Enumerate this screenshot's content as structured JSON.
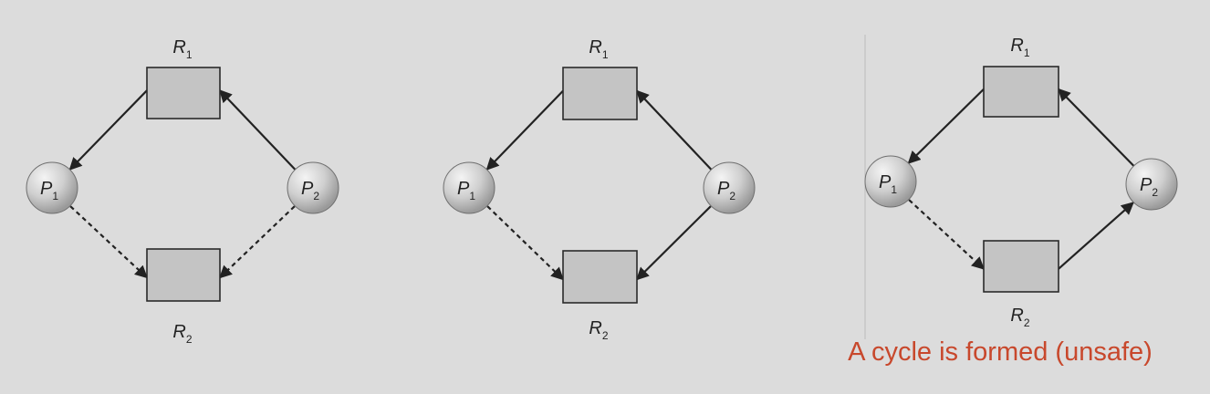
{
  "colors": {
    "background": "#dcdcdc",
    "resource_fill": "#c4c4c4",
    "resource_stroke": "#2a2a2a",
    "process_fill_light": "#f2f2f2",
    "process_fill_dark": "#9a9a9a",
    "edge": "#222222",
    "caption": "#c8482c",
    "divider": "#bdbdbd"
  },
  "panels": [
    {
      "id": "panel-1",
      "resource_top": {
        "base": "R",
        "sub": "1"
      },
      "resource_bottom": {
        "base": "R",
        "sub": "2"
      },
      "process_left": {
        "base": "P",
        "sub": "1"
      },
      "process_right": {
        "base": "P",
        "sub": "2"
      },
      "edges": [
        {
          "from": "resource_top",
          "to": "process_left",
          "kind": "assignment",
          "style": "solid"
        },
        {
          "from": "process_right",
          "to": "resource_top",
          "kind": "request",
          "style": "solid"
        },
        {
          "from": "process_left",
          "to": "resource_bottom",
          "kind": "claim",
          "style": "dashed"
        },
        {
          "from": "process_right",
          "to": "resource_bottom",
          "kind": "claim",
          "style": "dashed"
        }
      ],
      "caption": ""
    },
    {
      "id": "panel-2",
      "resource_top": {
        "base": "R",
        "sub": "1"
      },
      "resource_bottom": {
        "base": "R",
        "sub": "2"
      },
      "process_left": {
        "base": "P",
        "sub": "1"
      },
      "process_right": {
        "base": "P",
        "sub": "2"
      },
      "edges": [
        {
          "from": "resource_top",
          "to": "process_left",
          "kind": "assignment",
          "style": "solid"
        },
        {
          "from": "process_right",
          "to": "resource_top",
          "kind": "request",
          "style": "solid"
        },
        {
          "from": "process_left",
          "to": "resource_bottom",
          "kind": "claim",
          "style": "dashed"
        },
        {
          "from": "process_right",
          "to": "resource_bottom",
          "kind": "request",
          "style": "solid"
        }
      ],
      "caption": ""
    },
    {
      "id": "panel-3",
      "resource_top": {
        "base": "R",
        "sub": "1"
      },
      "resource_bottom": {
        "base": "R",
        "sub": "2"
      },
      "process_left": {
        "base": "P",
        "sub": "1"
      },
      "process_right": {
        "base": "P",
        "sub": "2"
      },
      "edges": [
        {
          "from": "resource_top",
          "to": "process_left",
          "kind": "assignment",
          "style": "solid"
        },
        {
          "from": "process_right",
          "to": "resource_top",
          "kind": "request",
          "style": "solid"
        },
        {
          "from": "process_left",
          "to": "resource_bottom",
          "kind": "claim",
          "style": "dashed"
        },
        {
          "from": "resource_bottom",
          "to": "process_right",
          "kind": "assignment",
          "style": "solid"
        }
      ],
      "caption": "A cycle is formed (unsafe)"
    }
  ]
}
